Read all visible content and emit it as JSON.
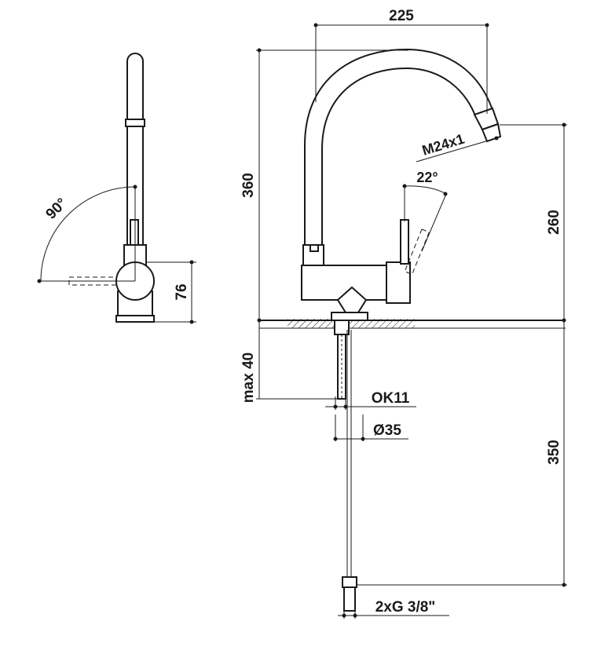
{
  "dimensions": {
    "spout_reach": "225",
    "total_height": "360",
    "spout_height": "260",
    "handle_angle": "22°",
    "aerator_thread": "M24x1",
    "swivel_angle": "90°",
    "side_height": "76",
    "max_counter_thickness": "max 40",
    "hole_size": "OK11",
    "hole_diameter": "Ø35",
    "hose_length": "350",
    "hose_connection": "2xG 3/8\""
  },
  "colors": {
    "line": "#1a1a1a",
    "background": "#ffffff"
  }
}
